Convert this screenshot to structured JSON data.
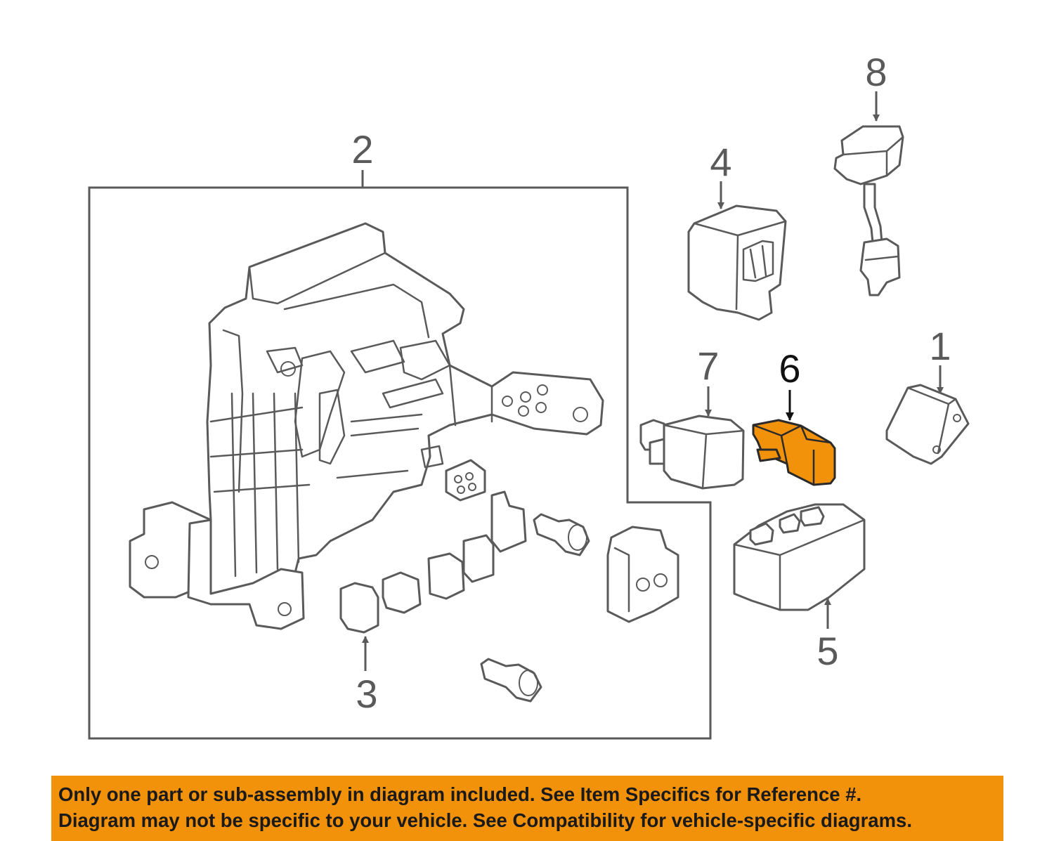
{
  "callouts": {
    "c1": "1",
    "c2": "2",
    "c3": "3",
    "c4": "4",
    "c5": "5",
    "c6": "6",
    "c7": "7",
    "c8": "8"
  },
  "highlight_color": "#f2910a",
  "banner": {
    "line1": "Only one part or sub-assembly in diagram included. See Item Specifics for Reference #.",
    "line2": "Diagram may not be specific to your vehicle. See Compatibility for vehicle-specific diagrams."
  }
}
